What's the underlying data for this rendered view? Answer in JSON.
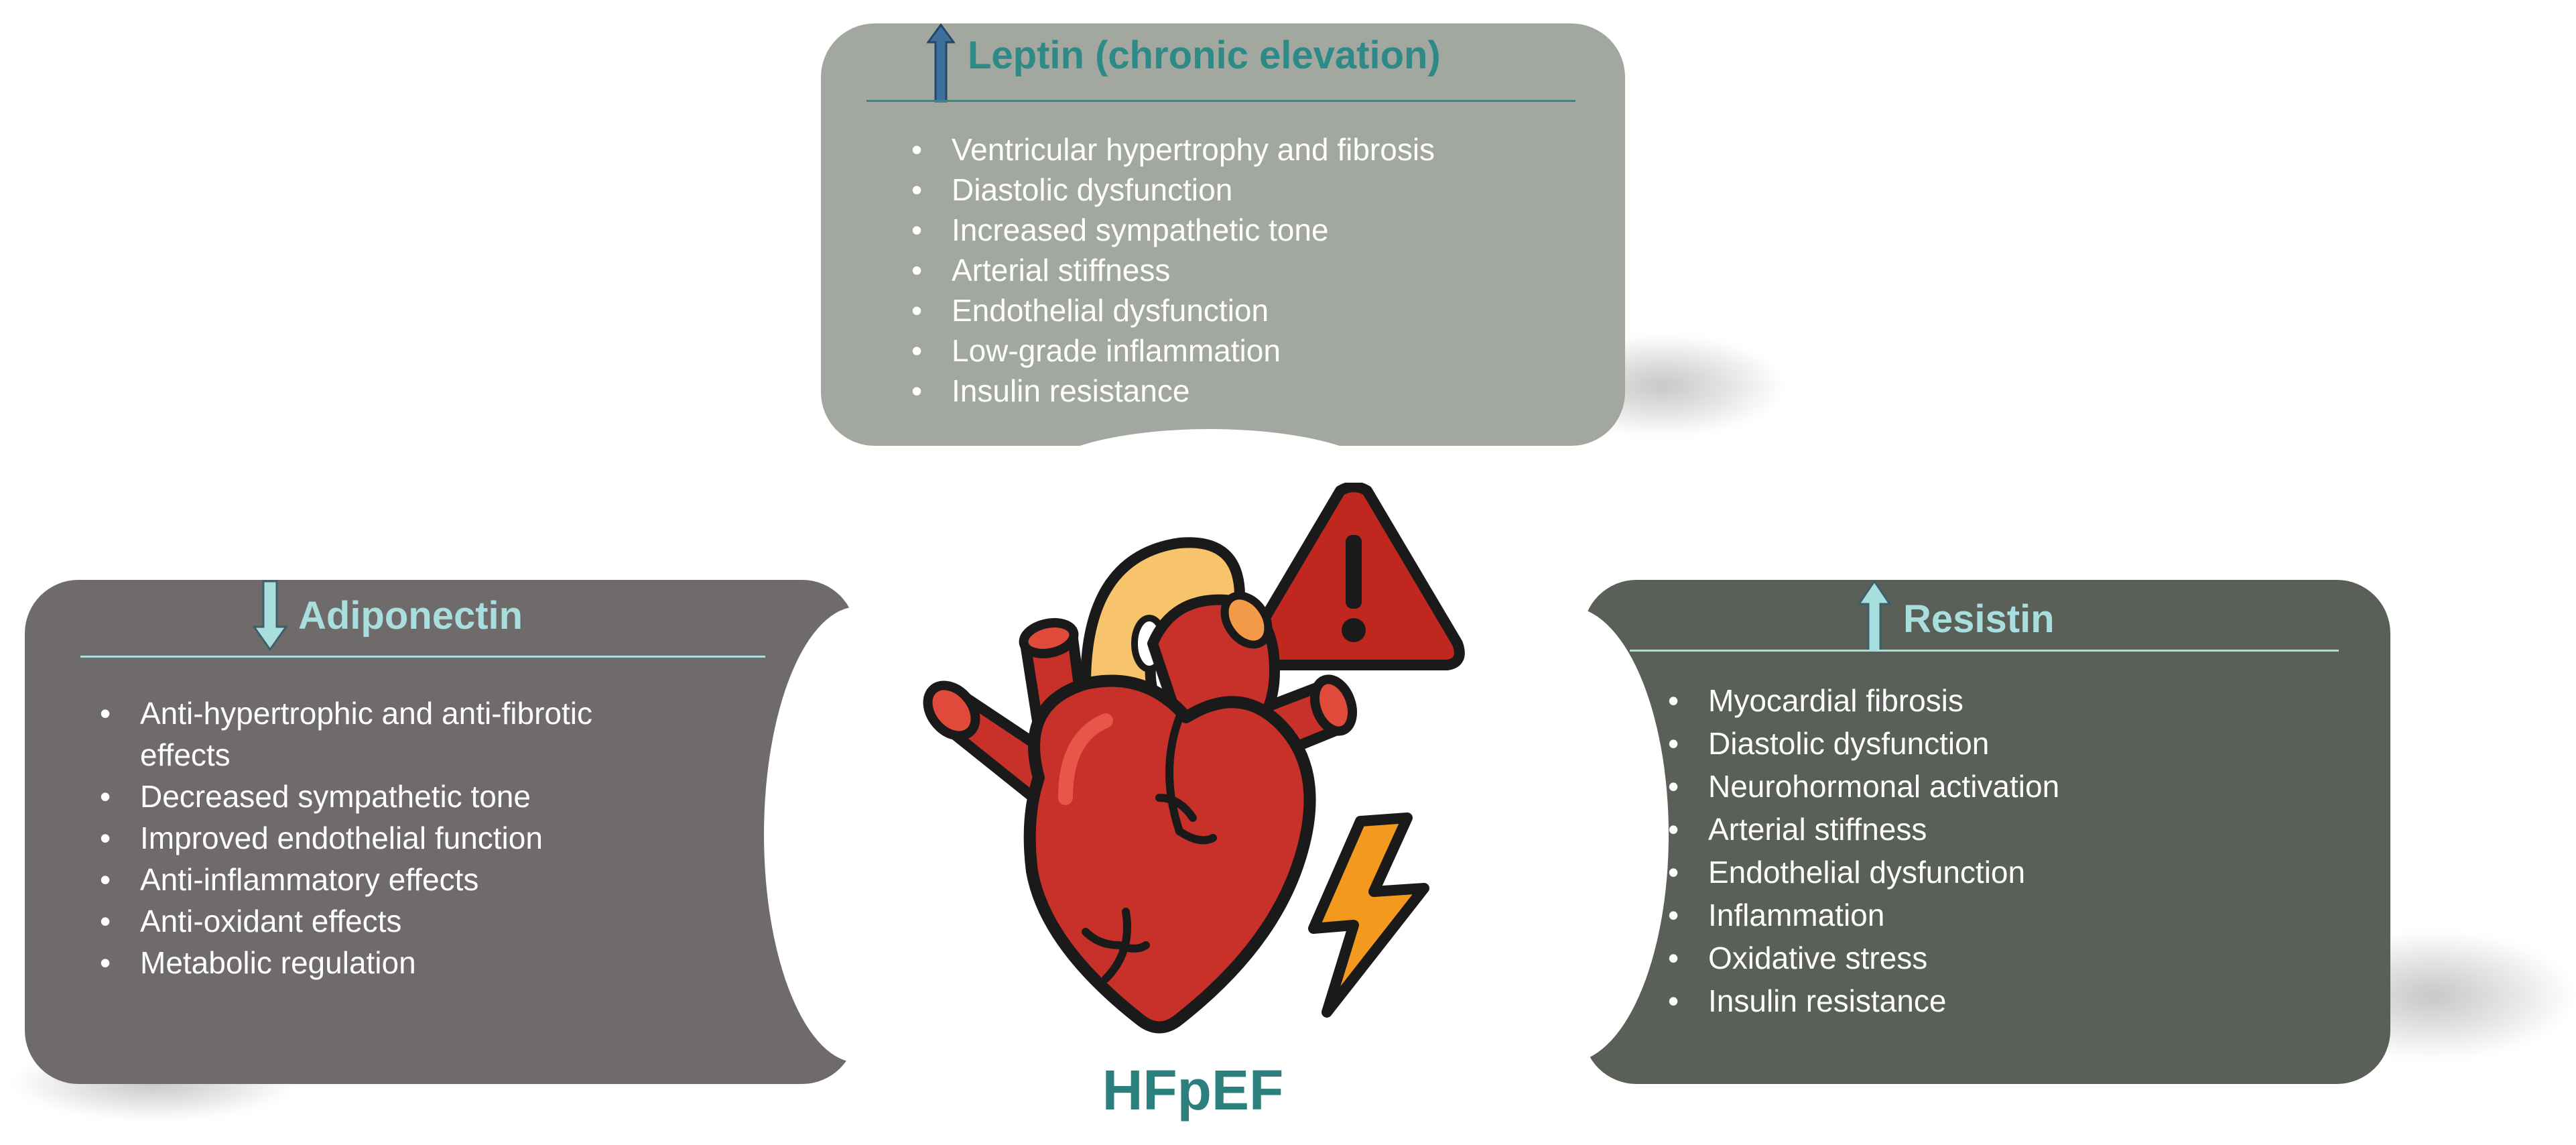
{
  "panels": {
    "leptin": {
      "title": "Leptin (chronic elevation)",
      "direction": "up",
      "title_color": "#2e8a86",
      "bg_color": "#a2a79f",
      "items": [
        "Ventricular hypertrophy and fibrosis",
        "Diastolic dysfunction",
        "Increased sympathetic tone",
        "Arterial stiffness",
        "Endothelial dysfunction",
        "Low-grade inflammation",
        "Insulin resistance"
      ]
    },
    "adiponectin": {
      "title": "Adiponectin",
      "direction": "down",
      "title_color": "#a8dede",
      "bg_color": "#6f6b6a",
      "items": [
        "Anti-hypertrophic and anti-fibrotic effects",
        "Decreased sympathetic tone",
        "Improved endothelial function",
        "Anti-inflammatory effects",
        "Anti-oxidant effects",
        "Metabolic regulation"
      ]
    },
    "resistin": {
      "title": "Resistin",
      "direction": "up",
      "title_color": "#a8dede",
      "bg_color": "#5a5f58",
      "items": [
        "Myocardial fibrosis",
        "Diastolic dysfunction",
        "Neurohormonal activation",
        "Arterial stiffness",
        "Endothelial dysfunction",
        "Inflammation",
        "Oxidative stress",
        "Insulin resistance"
      ]
    }
  },
  "center": {
    "label": "HFpEF",
    "icons": [
      "heart-icon",
      "warning-icon",
      "lightning-icon"
    ]
  },
  "colors": {
    "heart_red": "#c8302a",
    "aorta_yellow": "#f7c46c",
    "warning_red": "#c0281f",
    "bolt_orange": "#f39a1e",
    "outline": "#1a1a1a"
  }
}
